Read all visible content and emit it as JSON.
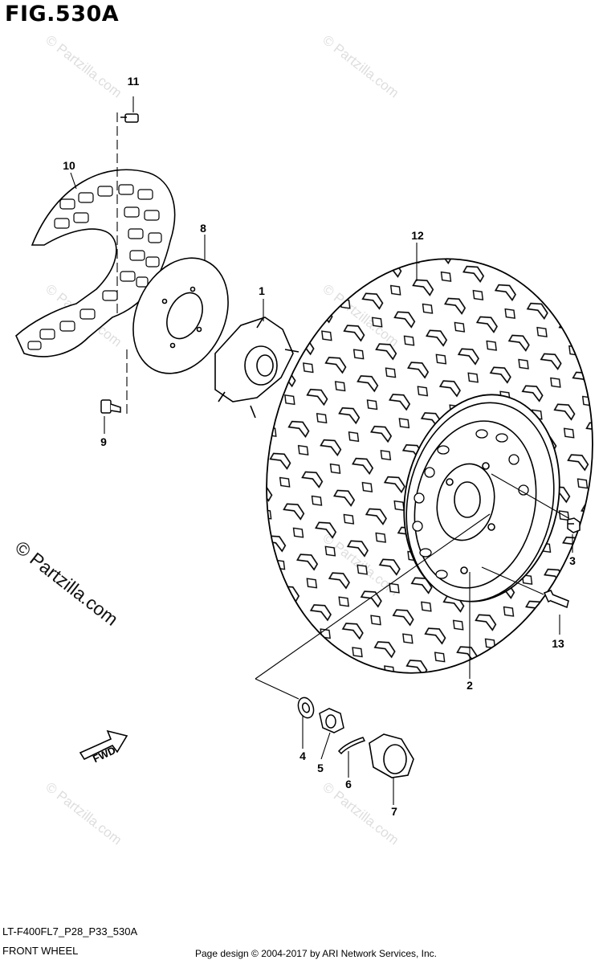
{
  "figure": {
    "title": "FIG.530A"
  },
  "callouts": [
    "1",
    "2",
    "3",
    "4",
    "5",
    "6",
    "7",
    "8",
    "9",
    "10",
    "11",
    "12",
    "13"
  ],
  "direction_arrow": {
    "label": "FWD"
  },
  "watermark": {
    "small": "© Partzilla.com",
    "big": "© Partzilla.com"
  },
  "footer": {
    "model_code": "LT-F400FL7_P28_P33_530A",
    "section_name": "FRONT WHEEL",
    "copyright": "Page design © 2004-2017 by ARI Network Services, Inc."
  }
}
